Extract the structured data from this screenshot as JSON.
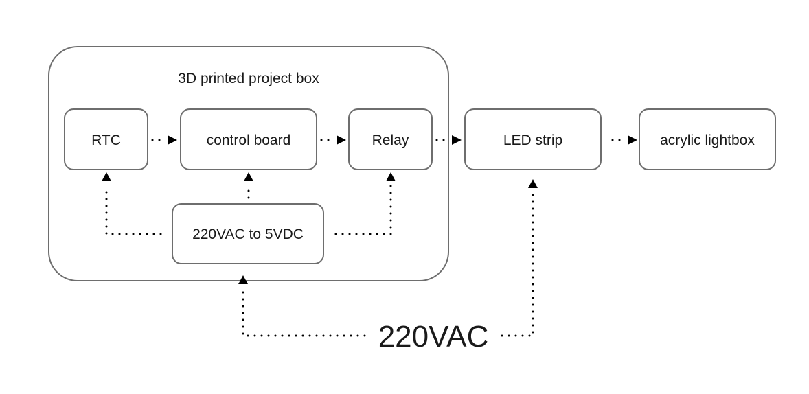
{
  "enclosure": {
    "label": "3D printed  project box"
  },
  "nodes": {
    "rtc": {
      "label": "RTC"
    },
    "control_board": {
      "label": "control board"
    },
    "relay": {
      "label": "Relay"
    },
    "power_supply": {
      "label": "220VAC to 5VDC"
    },
    "led_strip": {
      "label": "LED strip"
    },
    "acrylic_lightbox": {
      "label": "acrylic lightbox"
    }
  },
  "source": {
    "label": "220VAC"
  },
  "edges": [
    {
      "from": "rtc",
      "to": "control_board"
    },
    {
      "from": "control_board",
      "to": "relay"
    },
    {
      "from": "relay",
      "to": "led_strip"
    },
    {
      "from": "led_strip",
      "to": "acrylic_lightbox"
    },
    {
      "from": "power_supply",
      "to": "rtc"
    },
    {
      "from": "power_supply",
      "to": "control_board"
    },
    {
      "from": "power_supply",
      "to": "relay"
    },
    {
      "from": "source",
      "to": "power_supply"
    },
    {
      "from": "source",
      "to": "led_strip"
    }
  ],
  "colors": {
    "box_stroke": "#6e6e6e",
    "connector": "#000000",
    "text": "#1a1a1a"
  }
}
